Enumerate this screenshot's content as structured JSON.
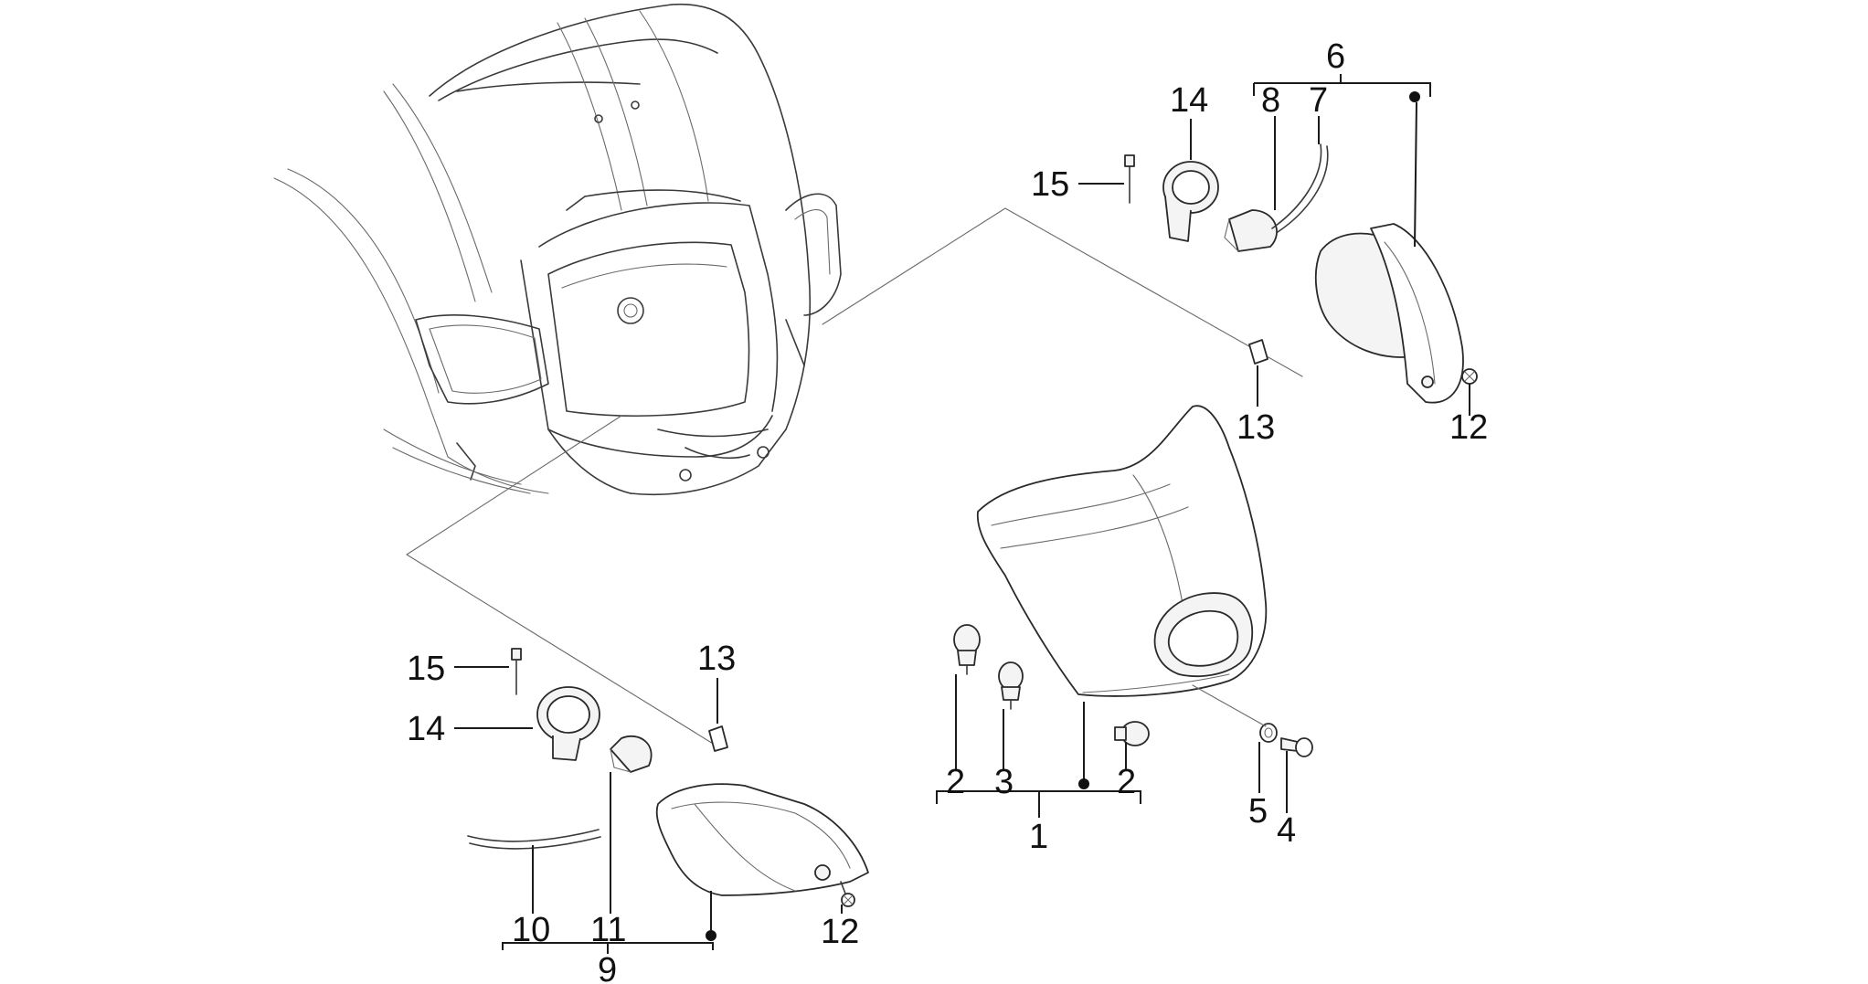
{
  "callouts": {
    "c1": "1",
    "c2a": "2",
    "c2b": "2",
    "c3": "3",
    "c4": "4",
    "c5": "5",
    "c6": "6",
    "c7": "7",
    "c8": "8",
    "c9": "9",
    "c10": "10",
    "c11": "11",
    "c12a": "12",
    "c12b": "12",
    "c13a": "13",
    "c13b": "13",
    "c14a": "14",
    "c14b": "14",
    "c15a": "15",
    "c15b": "15"
  }
}
